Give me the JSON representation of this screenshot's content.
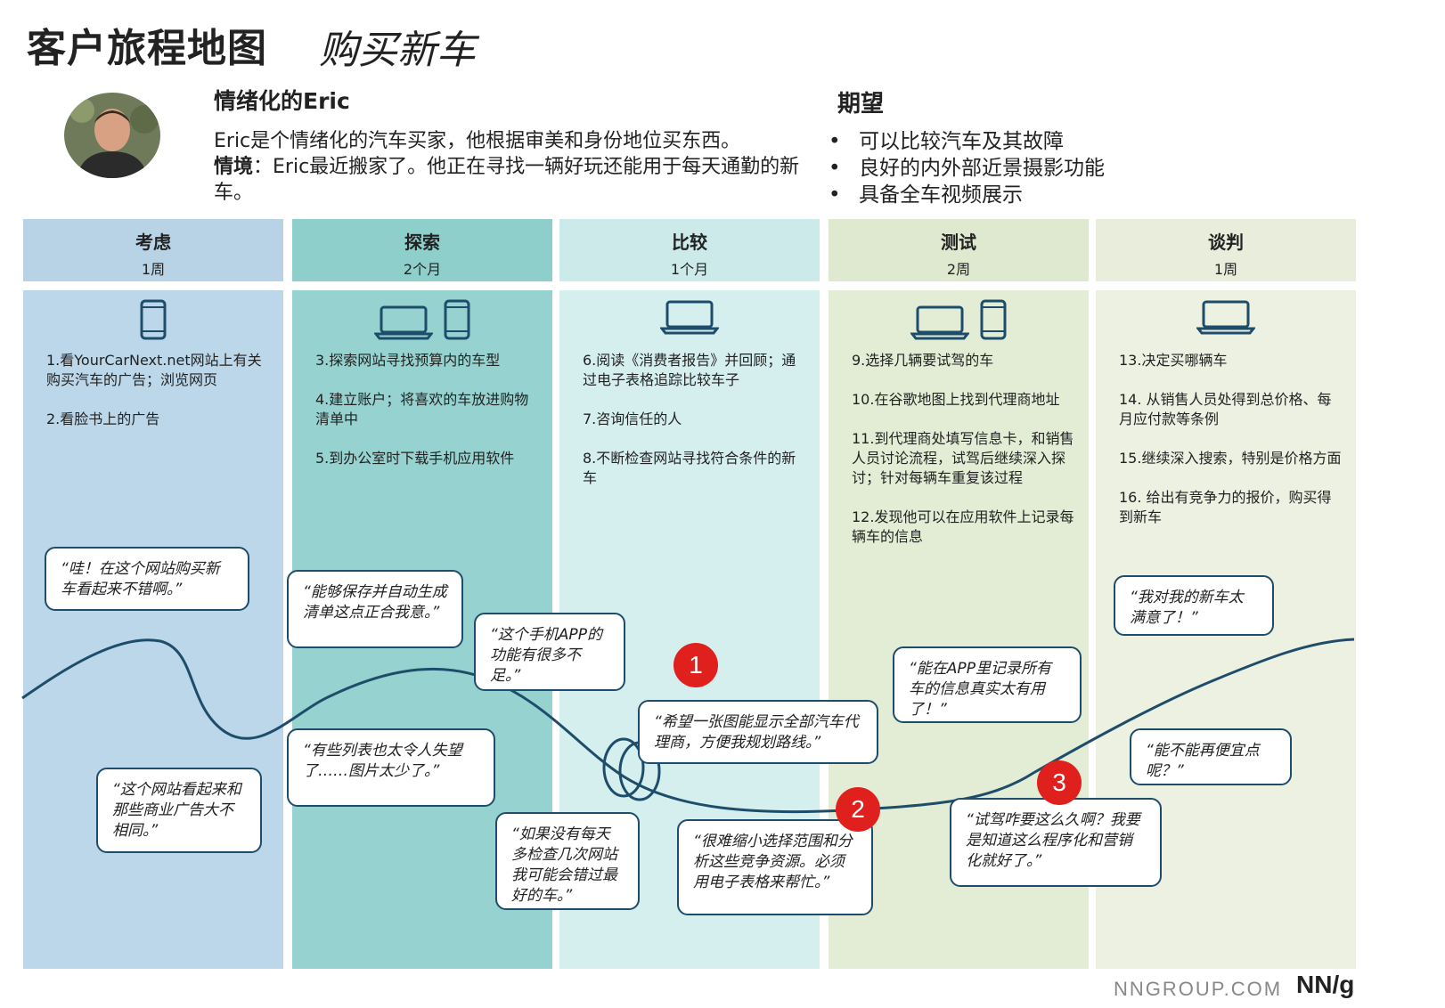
{
  "title": {
    "main": "客户旅程地图",
    "sub": "购买新车"
  },
  "persona": {
    "name": "情绪化的Eric",
    "desc": "Eric是个情绪化的汽车买家，他根据审美和身份地位买东西。",
    "scenario_label": "情境",
    "scenario_sep": "：",
    "scenario": "Eric最近搬家了。他正在寻找一辆好玩还能用于每天通勤的新车。"
  },
  "expectations": {
    "title": "期望",
    "items": [
      "可以比较汽车及其故障",
      "良好的内外部近景摄影功能",
      "具备全车视频展示"
    ]
  },
  "phases": [
    {
      "name": "考虑",
      "duration": "1周",
      "devices": [
        "phone"
      ],
      "steps": [
        "1.看YourCarNext.net网站上有关购买汽车的广告；浏览网页",
        "2.看脸书上的广告"
      ]
    },
    {
      "name": "探索",
      "duration": "2个月",
      "devices": [
        "laptop",
        "phone"
      ],
      "steps": [
        "3.探索网站寻找预算内的车型",
        "4.建立账户；将喜欢的车放进购物清单中",
        "5.到办公室时下载手机应用软件"
      ]
    },
    {
      "name": "比较",
      "duration": "1个月",
      "devices": [
        "laptop"
      ],
      "steps": [
        "6.阅读《消费者报告》并回顾；通过电子表格追踪比较车子",
        "7.咨询信任的人",
        "8.不断检查网站寻找符合条件的新车"
      ]
    },
    {
      "name": "测试",
      "duration": "2周",
      "devices": [
        "laptop",
        "phone"
      ],
      "steps": [
        "9.选择几辆要试驾的车",
        "10.在谷歌地图上找到代理商地址",
        "11.到代理商处填写信息卡，和销售人员讨论流程，试驾后继续深入探讨；针对每辆车重复该过程",
        "12.发现他可以在应用软件上记录每辆车的信息"
      ]
    },
    {
      "name": "谈判",
      "duration": "1周",
      "devices": [
        "laptop"
      ],
      "steps": [
        "13.决定买哪辆车",
        "14. 从销售人员处得到总价格、每月应付款等条例",
        "15.继续深入搜索，特别是价格方面",
        "16. 给出有竞争力的报价，购买得到新车"
      ]
    }
  ],
  "quotes": [
    "“哇！在这个网站购买新车看起来不错啊。”",
    "“这个网站看起来和那些商业广告大不相同。”",
    "“能够保存并自动生成清单这点正合我意。”",
    "“有些列表也太令人失望了……图片太少了。”",
    "“这个手机APP的功能有很多不足。”",
    "“如果没有每天多检查几次网站我可能会错过最好的车。”",
    "“希望一张图能显示全部汽车代理商，方便我规划路线。”",
    "“很难缩小选择范围和分析这些竞争资源。必须用电子表格来帮忙。”",
    "“能在APP里记录所有车的信息真实太有用了！”",
    "“试驾咋要这么久啊？我要是知道这么程序化和营销化就好了。”",
    "“我对我的新车太满意了！”",
    "“能不能再便宜点呢？”"
  ],
  "badges": [
    "1",
    "2",
    "3"
  ],
  "footer": {
    "url": "NNGROUP.COM",
    "logo": "NN/g"
  },
  "colors": {
    "phase_heads": [
      "#b8d3e6",
      "#8ecfcc",
      "#cdeaea",
      "#dfe9d0",
      "#e9eedc"
    ],
    "phase_bodies": [
      "#bcd7ea",
      "#96d2cf",
      "#d5eeee",
      "#e3edd5",
      "#edf1e2"
    ],
    "line": "#1e4d6b",
    "badge": "#e0201c"
  }
}
